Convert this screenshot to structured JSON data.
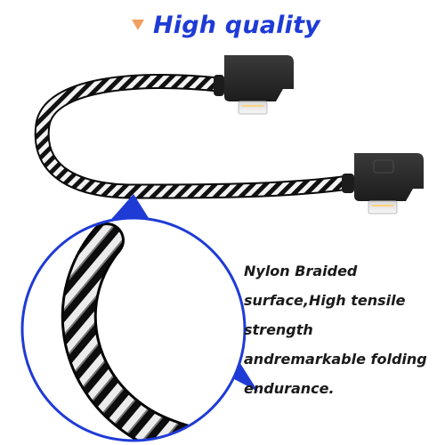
{
  "headline": {
    "text": "High quality",
    "arrow_icon": "triangle-down-icon",
    "arrow_color": "#f0a060",
    "text_color": "#1f3bd6"
  },
  "features": {
    "lines": [
      "Nylon Braided",
      "surface,High tensile",
      "strength",
      "andremarkable folding",
      "endurance."
    ]
  },
  "product": {
    "subject": "braided-cable-with-right-angle-connectors",
    "cable_colors": [
      "#111111",
      "#f2f2f2"
    ],
    "connector_color": "#2b2b2b",
    "zoom_circle_color": "#1f3bd6"
  }
}
